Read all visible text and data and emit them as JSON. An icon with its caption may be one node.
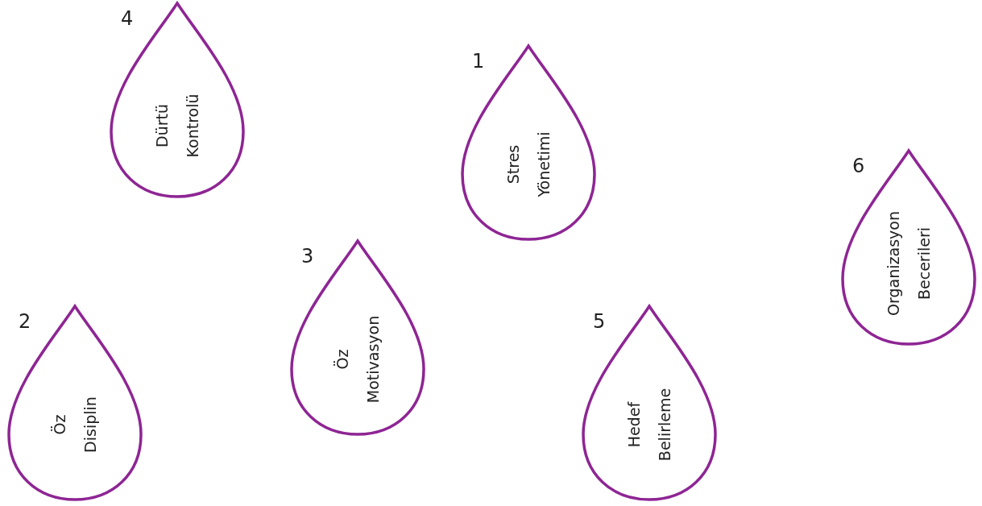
{
  "diagram": {
    "nodes": [
      {
        "text": [
          "Dürtü Kontrolü"
        ],
        "beside": [
          "4"
        ]
      },
      {
        "text": [
          "Stres Yönetimi"
        ],
        "beside": [
          "1"
        ]
      },
      {
        "text": [
          "Organizasyon Becerileri"
        ],
        "beside": [
          "6"
        ]
      },
      {
        "text": [
          "Öz Motivasyon"
        ],
        "beside": [
          "3"
        ]
      },
      {
        "text": [
          "Öz Disiplin"
        ],
        "beside": [
          "2"
        ]
      },
      {
        "text": [
          "Hedef Belirleme"
        ],
        "beside": [
          "5"
        ]
      }
    ]
  }
}
